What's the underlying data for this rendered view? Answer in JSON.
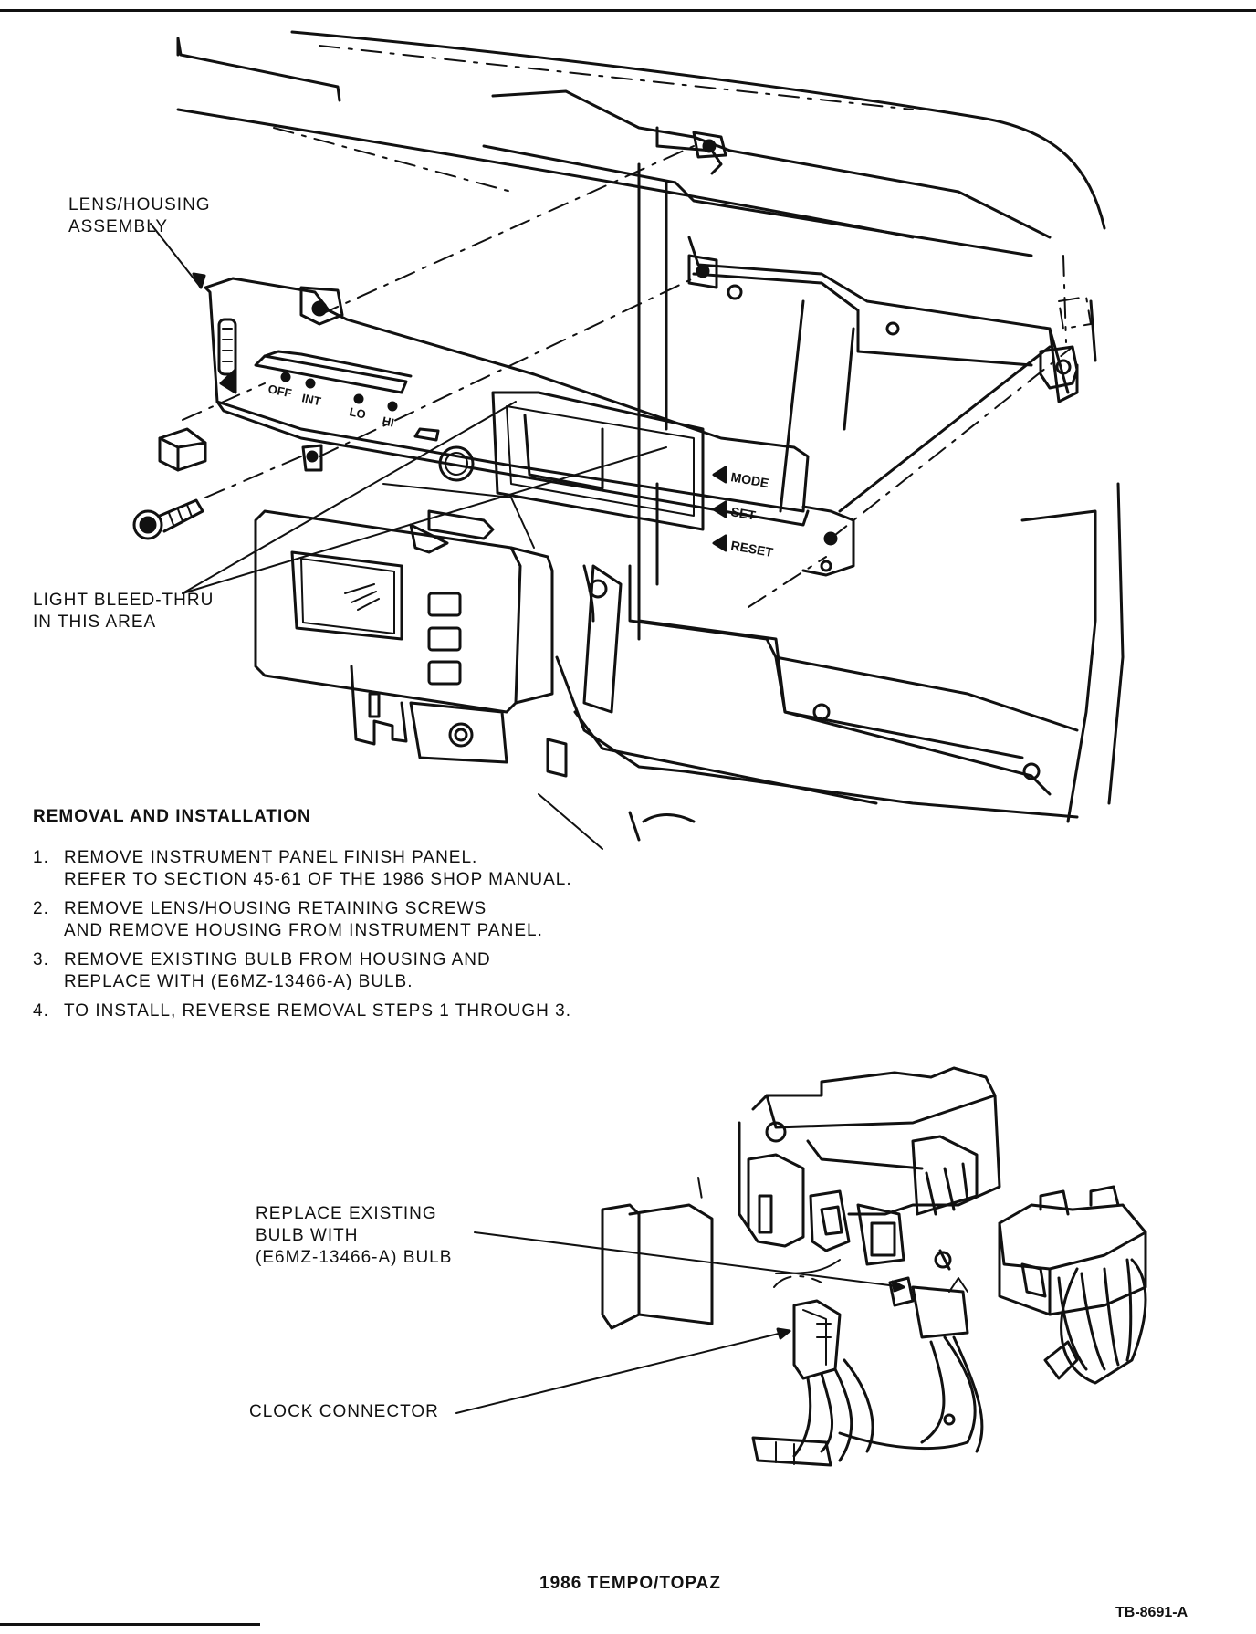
{
  "callouts": {
    "lens_housing": "LENS/HOUSING\nASSEMBLY",
    "light_bleed": "LIGHT BLEED-THRU\nIN THIS AREA",
    "replace_bulb": "REPLACE EXISTING\nBULB WITH\n(E6MZ-13466-A) BULB",
    "clock_connector": "CLOCK CONNECTOR"
  },
  "switch_labels": [
    "OFF",
    "INT",
    "LO",
    "HI"
  ],
  "clock_buttons": [
    "MODE",
    "SET",
    "RESET"
  ],
  "procedure": {
    "heading": "REMOVAL AND INSTALLATION",
    "steps": [
      {
        "num": "1.",
        "text": "REMOVE INSTRUMENT PANEL FINISH PANEL.\nREFER TO SECTION 45-61 OF THE 1986 SHOP MANUAL."
      },
      {
        "num": "2.",
        "text": "REMOVE LENS/HOUSING RETAINING SCREWS\nAND REMOVE HOUSING FROM INSTRUMENT PANEL."
      },
      {
        "num": "3.",
        "text": "REMOVE EXISTING BULB FROM HOUSING AND\nREPLACE WITH (E6MZ-13466-A) BULB."
      },
      {
        "num": "4.",
        "text": "TO INSTALL, REVERSE REMOVAL STEPS 1 THROUGH 3."
      }
    ]
  },
  "footer": {
    "title": "1986 TEMPO/TOPAZ",
    "figure_id": "TB-8691-A"
  }
}
